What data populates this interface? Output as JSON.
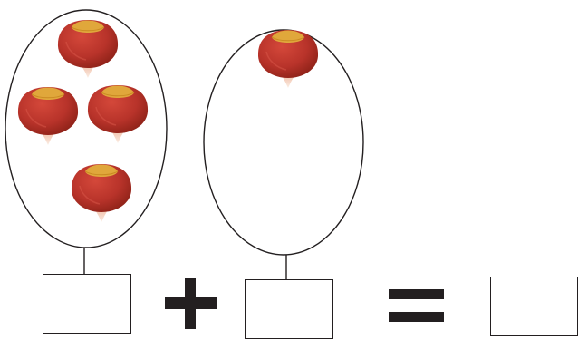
{
  "equation": {
    "left_group": {
      "chestnut_count": 4
    },
    "right_group": {
      "chestnut_count": 1
    },
    "operator_symbol": "plus",
    "result_symbol": "equals"
  },
  "colors": {
    "outline": "#231f20",
    "chestnut_body": "#b8332a",
    "chestnut_dark": "#8e2218",
    "chestnut_top": "#e0a73b",
    "chestnut_tip": "#f3d9c6",
    "symbol": "#231f20"
  },
  "icons": {
    "item": "chestnut-icon",
    "operator": "plus-sign-icon",
    "equals": "equals-sign-icon"
  }
}
